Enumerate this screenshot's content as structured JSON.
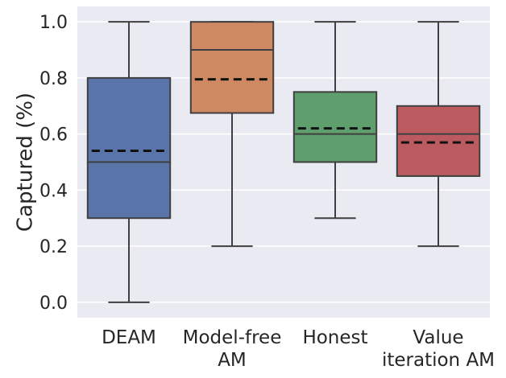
{
  "chart_data": {
    "type": "box",
    "ylabel": "Captured (%)",
    "xlabel": "",
    "ylim": [
      -0.055,
      1.055
    ],
    "yticks": [
      0.0,
      0.2,
      0.4,
      0.6,
      0.8,
      1.0
    ],
    "ytick_labels": [
      "0.0",
      "0.2",
      "0.4",
      "0.6",
      "0.8",
      "1.0"
    ],
    "grid": true,
    "mean_line_style": "dashed",
    "series": [
      {
        "label_lines": [
          "DEAM"
        ],
        "color": "#5874a8",
        "min": 0.0,
        "q1": 0.3,
        "median": 0.5,
        "q3": 0.8,
        "max": 1.0,
        "mean": 0.54
      },
      {
        "label_lines": [
          "Model-free",
          "AM"
        ],
        "color": "#cf8962",
        "min": 0.2,
        "q1": 0.675,
        "median": 0.9,
        "q3": 1.0,
        "max": 1.0,
        "mean": 0.795
      },
      {
        "label_lines": [
          "Honest"
        ],
        "color": "#5e9f6d",
        "min": 0.3,
        "q1": 0.5,
        "median": 0.6,
        "q3": 0.75,
        "max": 1.0,
        "mean": 0.62
      },
      {
        "label_lines": [
          "Value",
          "iteration AM"
        ],
        "color": "#bb5a5f",
        "min": 0.2,
        "q1": 0.45,
        "median": 0.6,
        "q3": 0.7,
        "max": 1.0,
        "mean": 0.57
      }
    ]
  }
}
